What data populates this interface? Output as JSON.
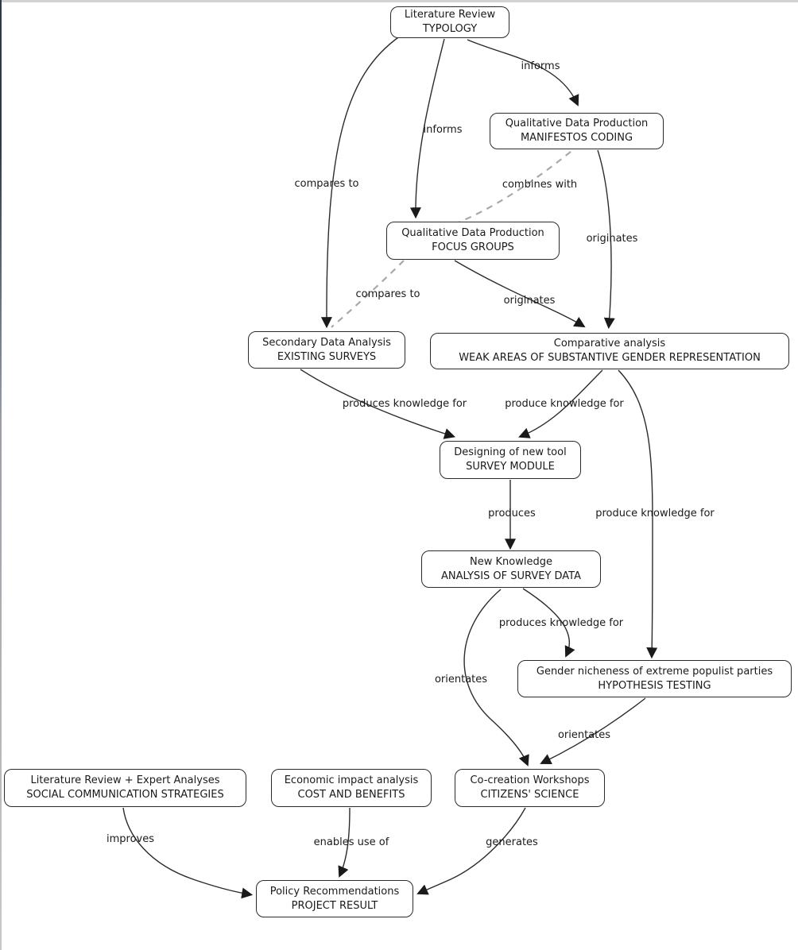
{
  "diagram": {
    "type": "concept-map",
    "background_color": "#ffffff",
    "node_fill_color": "#ffffff",
    "node_border_color": "#2b2b2b",
    "line_color": "#2b2b2b",
    "dashed_line_color": "#a8a8a8",
    "text_color": "#1a1a1a"
  },
  "nodes": [
    {
      "id": "literature-review-typology",
      "line1": "Literature Review",
      "line2": "TYPOLOGY"
    },
    {
      "id": "manifestos-coding",
      "line1": "Qualitative Data Production",
      "line2": "MANIFESTOS CODING"
    },
    {
      "id": "focus-groups",
      "line1": "Qualitative Data Production",
      "line2": "FOCUS GROUPS"
    },
    {
      "id": "secondary-data-analysis",
      "line1": "Secondary Data Analysis",
      "line2": "EXISTING SURVEYS"
    },
    {
      "id": "comparative-analysis",
      "line1": "Comparative analysis",
      "line2": "WEAK AREAS OF SUBSTANTIVE GENDER REPRESENTATION"
    },
    {
      "id": "survey-module",
      "line1": "Designing of new tool",
      "line2": "SURVEY MODULE"
    },
    {
      "id": "new-knowledge",
      "line1": "New Knowledge",
      "line2": "ANALYSIS OF SURVEY DATA"
    },
    {
      "id": "hypothesis-testing",
      "line1": "Gender nicheness of extreme populist parties",
      "line2": "HYPOTHESIS TESTING"
    },
    {
      "id": "cocreation-workshops",
      "line1": "Co-creation Workshops",
      "line2": "CITIZENS' SCIENCE"
    },
    {
      "id": "social-communication-strategies",
      "line1": "Literature Review + Expert Analyses",
      "line2": "SOCIAL COMMUNICATION STRATEGIES"
    },
    {
      "id": "economic-impact-analysis",
      "line1": "Economic impact analysis",
      "line2": "COST AND BENEFITS"
    },
    {
      "id": "policy-recommendations",
      "line1": "Policy Recommendations",
      "line2": "PROJECT RESULT"
    }
  ],
  "edges": [
    {
      "label": "informs",
      "from": "literature-review-typology",
      "to": "manifestos-coding",
      "style": "solid"
    },
    {
      "label": "informs",
      "from": "literature-review-typology",
      "to": "focus-groups",
      "style": "solid"
    },
    {
      "label": "compares to",
      "from": "literature-review-typology",
      "to": "secondary-data-analysis",
      "style": "solid"
    },
    {
      "label": "combines with",
      "from": "manifestos-coding",
      "to": "focus-groups",
      "style": "dashed"
    },
    {
      "label": "originates",
      "from": "manifestos-coding",
      "to": "comparative-analysis",
      "style": "solid"
    },
    {
      "label": "compares to",
      "from": "focus-groups",
      "to": "secondary-data-analysis",
      "style": "dashed"
    },
    {
      "label": "originates",
      "from": "focus-groups",
      "to": "comparative-analysis",
      "style": "solid"
    },
    {
      "label": "produces knowledge for",
      "from": "secondary-data-analysis",
      "to": "survey-module",
      "style": "solid"
    },
    {
      "label": "produce knowledge for",
      "from": "comparative-analysis",
      "to": "survey-module",
      "style": "solid"
    },
    {
      "label": "produces",
      "from": "survey-module",
      "to": "new-knowledge",
      "style": "solid"
    },
    {
      "label": "produce knowledge for",
      "from": "comparative-analysis",
      "to": "hypothesis-testing",
      "style": "solid"
    },
    {
      "label": "produces knowledge for",
      "from": "new-knowledge",
      "to": "hypothesis-testing",
      "style": "solid"
    },
    {
      "label": "orientates",
      "from": "new-knowledge",
      "to": "cocreation-workshops",
      "style": "solid"
    },
    {
      "label": "orientates",
      "from": "hypothesis-testing",
      "to": "cocreation-workshops",
      "style": "solid"
    },
    {
      "label": "improves",
      "from": "social-communication-strategies",
      "to": "policy-recommendations",
      "style": "solid"
    },
    {
      "label": "enables use of",
      "from": "economic-impact-analysis",
      "to": "policy-recommendations",
      "style": "solid"
    },
    {
      "label": "generates",
      "from": "cocreation-workshops",
      "to": "policy-recommendations",
      "style": "solid"
    }
  ]
}
